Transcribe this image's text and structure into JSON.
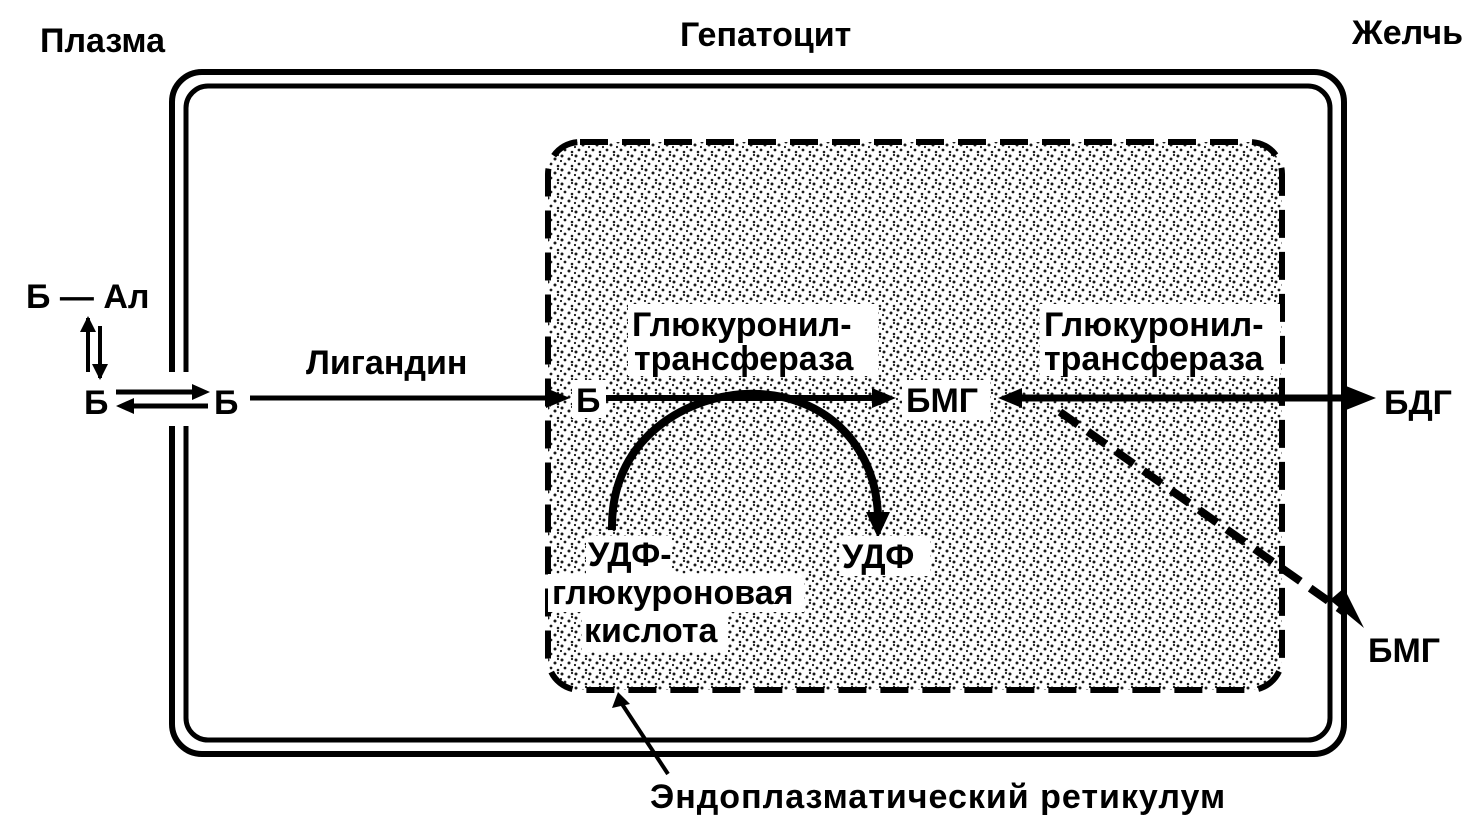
{
  "regions": {
    "plasma": "Плазма",
    "hepatocyte": "Гепатоцит",
    "bile": "Желчь"
  },
  "plasma_side": {
    "b_albumin": "Б — Ал",
    "b_free": "Б"
  },
  "cytoplasm": {
    "b": "Б",
    "ligandin": "Лигандин"
  },
  "er": {
    "label": "Эндоплазматический ретикулум",
    "b": "Б",
    "enzyme1_line1": "Глюкуронил-",
    "enzyme1_line2": "трансфераза",
    "bmg": "БМГ",
    "enzyme2_line1": "Глюкуронил-",
    "enzyme2_line2": "трансфераза",
    "udpga_line1": "УДФ-",
    "udpga_line2": "глюкуроновая",
    "udpga_line3": "кислота",
    "udp": "УДФ"
  },
  "bile_side": {
    "bdg": "БДГ",
    "bmg": "БМГ"
  },
  "colors": {
    "ink": "#000000",
    "paper": "#ffffff",
    "stipple": "#1a1a1a"
  }
}
